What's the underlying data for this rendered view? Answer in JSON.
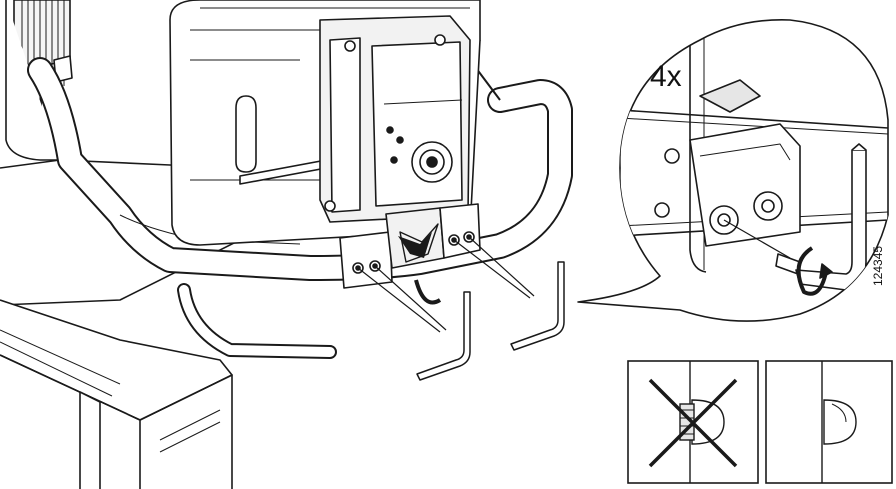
{
  "figure": {
    "quantity_label": "4x",
    "figure_code": "124345",
    "colors": {
      "line": "#1a1a1a",
      "fill": "#ffffff",
      "shade": "#e6e6e6",
      "dark": "#3a3a3a"
    }
  },
  "icons": [
    "allen-key-icon",
    "rotate-arrow-icon",
    "wrong-cross-icon",
    "screw-head-icon"
  ],
  "panels": {
    "incorrect": {
      "state": "not-allowed"
    },
    "correct": {
      "state": "allowed"
    }
  }
}
